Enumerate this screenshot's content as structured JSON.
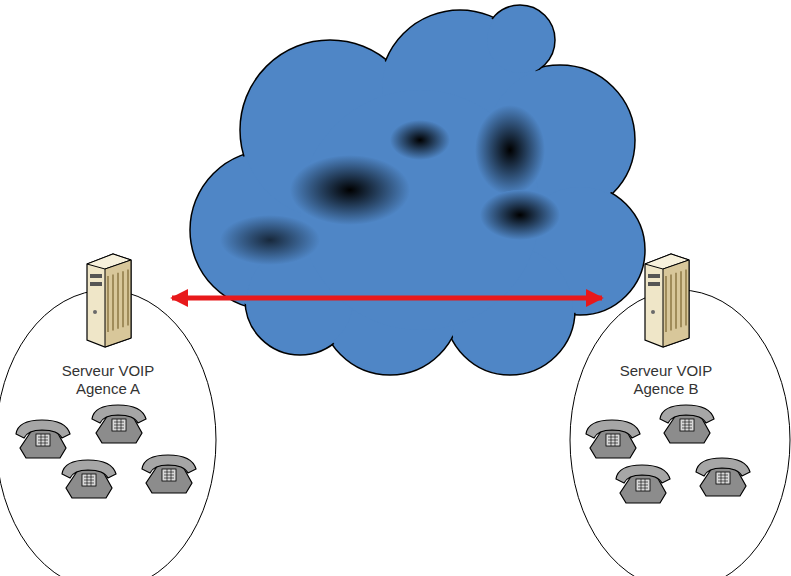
{
  "diagram": {
    "nodes": [
      {
        "text": [
          "Serveur VOIP Agence A"
        ]
      },
      {
        "text": [
          "Serveur VOIP Agence B"
        ]
      }
    ],
    "edges": [
      {
        "from": 0,
        "to": 1,
        "arrow": "both"
      }
    ]
  }
}
